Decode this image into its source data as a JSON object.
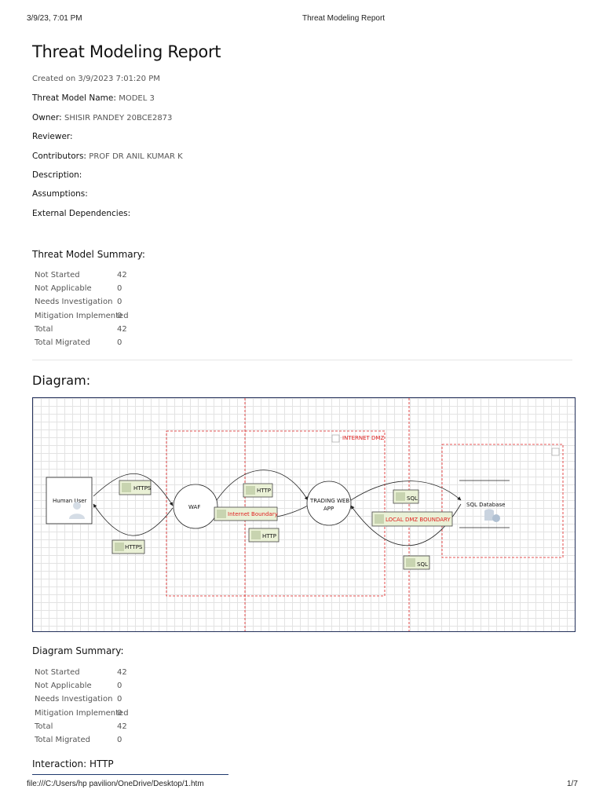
{
  "browser": {
    "date_time": "3/9/23, 7:01 PM",
    "tab_title": "Threat Modeling Report",
    "file_path": "file:///C:/Users/hp pavilion/OneDrive/Desktop/1.htm",
    "page_number": "1/7"
  },
  "report": {
    "title": "Threat Modeling Report",
    "created": "Created on 3/9/2023 7:01:20 PM",
    "fields": [
      {
        "label": "Threat Model Name:",
        "value": "MODEL 3"
      },
      {
        "label": "Owner:",
        "value": "SHISIR PANDEY 20BCE2873"
      },
      {
        "label": "Reviewer:",
        "value": ""
      },
      {
        "label": "Contributors:",
        "value": "PROF DR ANIL KUMAR K"
      },
      {
        "label": "Description:",
        "value": ""
      },
      {
        "label": "Assumptions:",
        "value": ""
      },
      {
        "label": "External Dependencies:",
        "value": ""
      }
    ]
  },
  "threat_model_summary": {
    "heading": "Threat Model Summary:",
    "rows": [
      {
        "label": "Not Started",
        "value": "42"
      },
      {
        "label": "Not Applicable",
        "value": "0"
      },
      {
        "label": "Needs Investigation",
        "value": "0"
      },
      {
        "label": "Mitigation Implemented",
        "value": "0"
      },
      {
        "label": "Total",
        "value": "42"
      },
      {
        "label": "Total Migrated",
        "value": "0"
      }
    ]
  },
  "diagram": {
    "heading": "Diagram:",
    "elements": {
      "human_user": "Human User",
      "waf": "WAF",
      "web_app_line1": "TRADING WEB",
      "web_app_line2": "APP",
      "sql_db": "SQL Database"
    },
    "boundaries": {
      "internet_dmz": "INTERNET DMZ",
      "internet_boundary": "Internet Boundary",
      "local_dmz": "LOCAL DMZ BOUNDARY"
    },
    "flows": {
      "https_top": "HTTPS",
      "https_bottom": "HTTPS",
      "http_top": "HTTP",
      "http_bottom": "HTTP",
      "sql_top": "SQL",
      "sql_bottom": "SQL"
    },
    "colors": {
      "boundary": "#e02020",
      "label_fill": "#eaf1d6",
      "frame": "#23305a"
    }
  },
  "diagram_summary": {
    "heading": "Diagram Summary:",
    "rows": [
      {
        "label": "Not Started",
        "value": "42"
      },
      {
        "label": "Not Applicable",
        "value": "0"
      },
      {
        "label": "Needs Investigation",
        "value": "0"
      },
      {
        "label": "Mitigation Implemented",
        "value": "0"
      },
      {
        "label": "Total",
        "value": "42"
      },
      {
        "label": "Total Migrated",
        "value": "0"
      }
    ]
  },
  "interaction": {
    "heading": "Interaction: HTTP"
  }
}
